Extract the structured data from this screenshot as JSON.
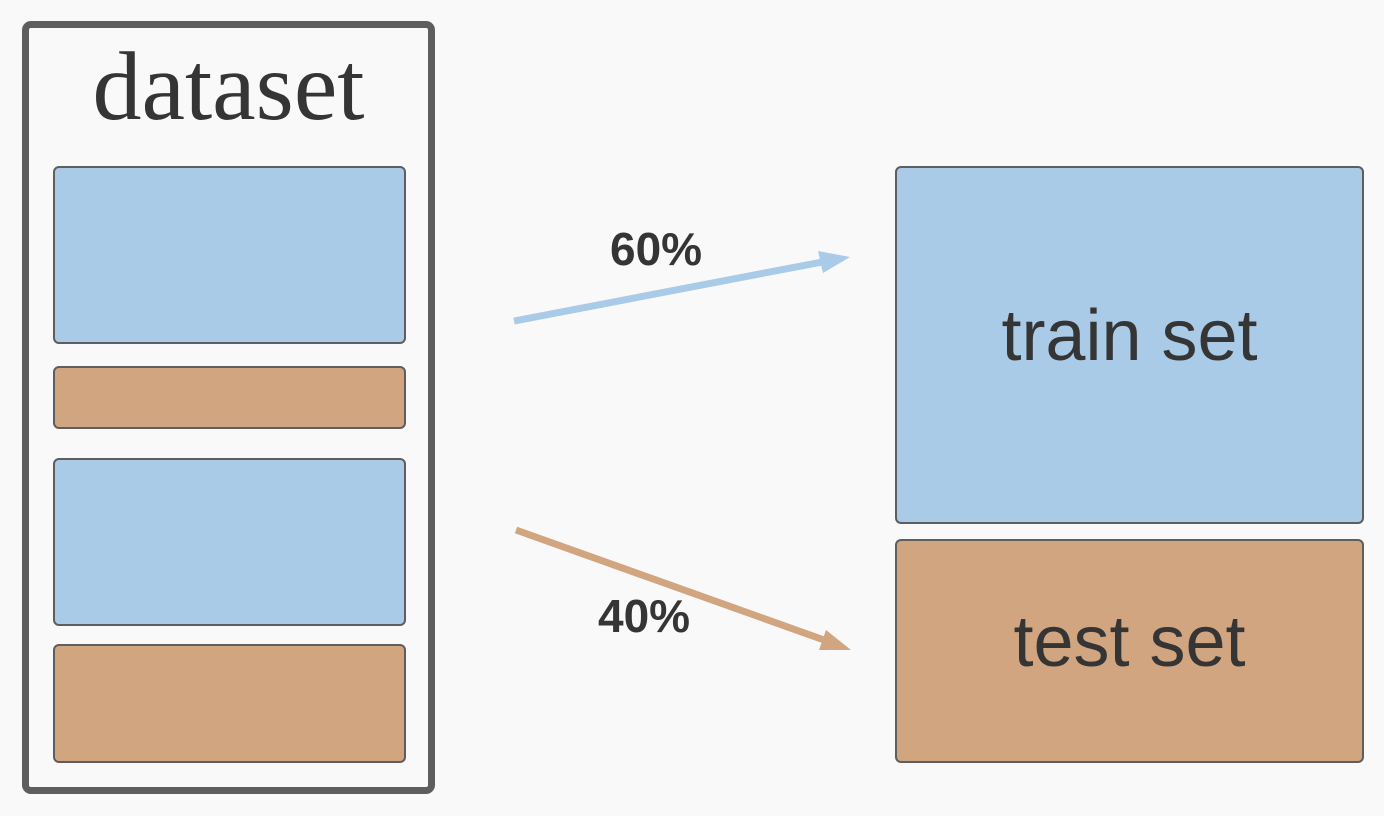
{
  "dataset": {
    "title": "dataset",
    "segments": [
      "blue",
      "tan",
      "blue",
      "tan"
    ]
  },
  "split": {
    "train": {
      "label": "train set",
      "percent": "60%"
    },
    "test": {
      "label": "test set",
      "percent": "40%"
    }
  },
  "colors": {
    "train": "#a9cbe8",
    "test": "#d2a581",
    "border": "#5e5e5e",
    "text": "#353535",
    "background": "#f9f9f9"
  }
}
